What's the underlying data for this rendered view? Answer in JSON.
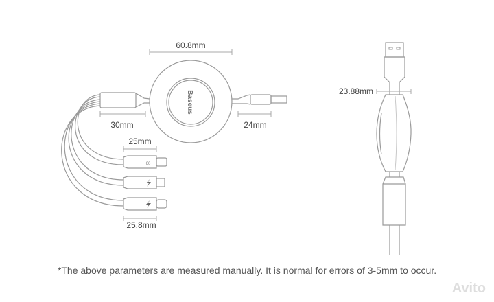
{
  "dimensions": {
    "reel_diameter": "60.8mm",
    "splitter_length": "30mm",
    "usb_length": "24mm",
    "connector_top_length": "25mm",
    "connector_bottom_length": "25.8mm",
    "reel_thickness": "23.88mm"
  },
  "logo_text": "Baseus",
  "note": "*The above parameters are measured manually. It is normal for errors of 3-5mm to occur.",
  "watermark": "Avito"
}
